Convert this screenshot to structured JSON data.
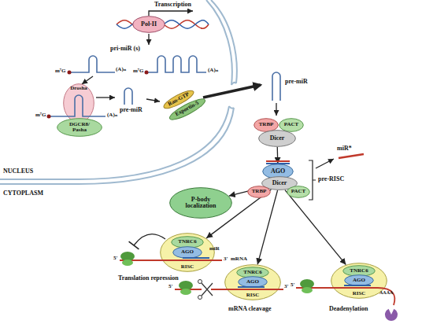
{
  "diagram": {
    "nodes": [
      {
        "text": [
          "Pol-II"
        ]
      },
      {
        "text": [
          "Drosha"
        ]
      },
      {
        "text": [
          "DGCR8/ Pasha"
        ]
      },
      {
        "text": [
          "Ran-GTP"
        ]
      },
      {
        "text": [
          "Exportin-5"
        ]
      },
      {
        "text": [
          "TRBP"
        ]
      },
      {
        "text": [
          "PACT"
        ]
      },
      {
        "text": [
          "Dicer"
        ]
      },
      {
        "text": [
          "AGO"
        ]
      },
      {
        "text": [
          "Dicer"
        ]
      },
      {
        "text": [
          "TRBP"
        ]
      },
      {
        "text": [
          "PACT"
        ]
      },
      {
        "text": [
          "P-body localization"
        ]
      },
      {
        "text": [
          "RISC"
        ]
      },
      {
        "text": [
          "TNRC6"
        ],
        "in": 13
      },
      {
        "text": [
          "AGO"
        ],
        "in": 13
      },
      {
        "text": [
          "RISC"
        ]
      },
      {
        "text": [
          "TNRC6"
        ],
        "in": 16
      },
      {
        "text": [
          "AGO"
        ],
        "in": 16
      },
      {
        "text": [
          "RISC"
        ]
      },
      {
        "text": [
          "TNRC6"
        ],
        "in": 19
      },
      {
        "text": [
          "AGO"
        ],
        "in": 19
      }
    ],
    "edges": [
      {
        "from": 7,
        "to": 8,
        "arrow": "to"
      },
      {
        "from": 9,
        "to": 12,
        "arrow": "to"
      },
      {
        "from": 9,
        "to": 13,
        "arrow": "to"
      },
      {
        "from": 9,
        "to": 16,
        "arrow": "to"
      },
      {
        "from": 9,
        "to": 19,
        "arrow": "to"
      }
    ],
    "labels": [
      "Transcription",
      "pri-miR (s)",
      "m⁷G",
      "(A)ₙ",
      "m⁷G",
      "(A)ₙ",
      "m⁷G",
      "(A)ₙ",
      "pre-miR",
      "NUCLEUS",
      "CYTOPLASM",
      "pre-miR",
      "pre-RISC",
      "miR*",
      "5'",
      "miR",
      "3'",
      "mRNA",
      "Translation repression",
      "5'",
      "3'",
      "mRNA cleavage",
      "5'",
      "AAAA",
      "Deadenylation"
    ]
  }
}
